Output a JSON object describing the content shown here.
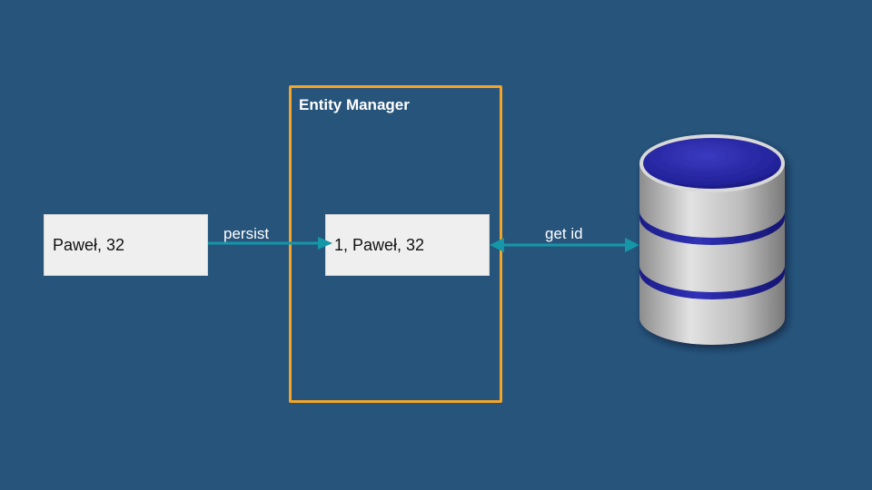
{
  "container": {
    "title": "Entity Manager"
  },
  "nodes": {
    "entity": {
      "label": "Paweł, 32"
    },
    "managed_entity": {
      "label": "1, Paweł, 32"
    }
  },
  "edges": {
    "persist": {
      "label": "persist"
    },
    "get_id": {
      "label": "get id"
    }
  },
  "icons": {
    "database": "database-icon"
  },
  "colors": {
    "background": "#27547b",
    "container_border": "#f4a428",
    "arrow": "#1597a8",
    "node_fill": "#efefef",
    "db_top": "#2c2ca8",
    "db_body": "#c8c8c8"
  }
}
